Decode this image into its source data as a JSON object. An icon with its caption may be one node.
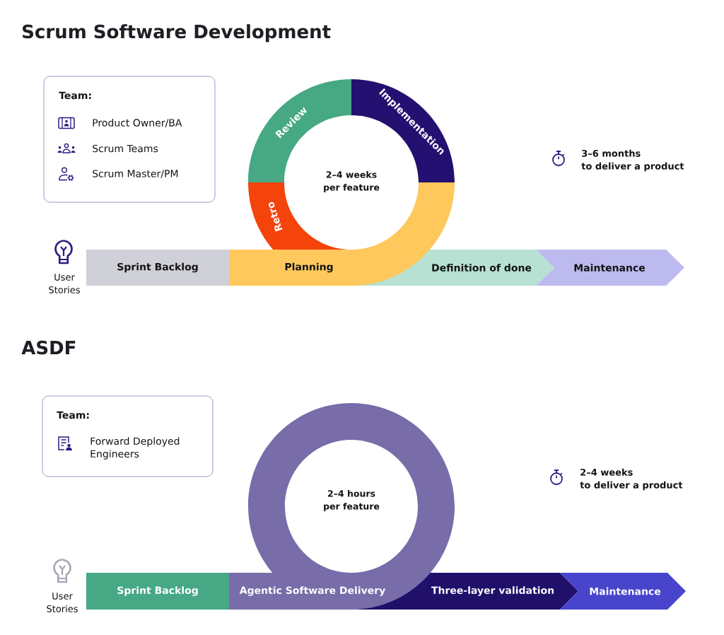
{
  "diagram": {
    "nodes": [
      {
        "text": [
          "Team:",
          "Product Owner/BA",
          "Scrum Teams",
          "Scrum Master/PM"
        ]
      },
      {
        "text": [
          "Review"
        ]
      },
      {
        "text": [
          "Implementation"
        ]
      },
      {
        "text": [
          "Retro"
        ]
      },
      {
        "text": [
          "Sprint Backlog"
        ]
      },
      {
        "text": [
          "Planning"
        ]
      },
      {
        "text": [
          "Definition of done"
        ]
      },
      {
        "text": [
          "Maintenance"
        ]
      },
      {
        "text": [
          "Team:",
          "Forward Deployed Engineers"
        ]
      },
      {
        "text": [
          "Sprint Backlog"
        ]
      },
      {
        "text": [
          "Agentic Software Delivery"
        ]
      },
      {
        "text": [
          "Three-layer validation"
        ]
      },
      {
        "text": [
          "Maintenance"
        ]
      }
    ],
    "labels": [
      "Scrum Software Development",
      "2–4 weeks per feature",
      "3–6 months to deliver a product",
      "User Stories",
      "ASDF",
      "2–4 hours per feature",
      "2–4 weeks to deliver a product",
      "User Stories"
    ]
  }
}
